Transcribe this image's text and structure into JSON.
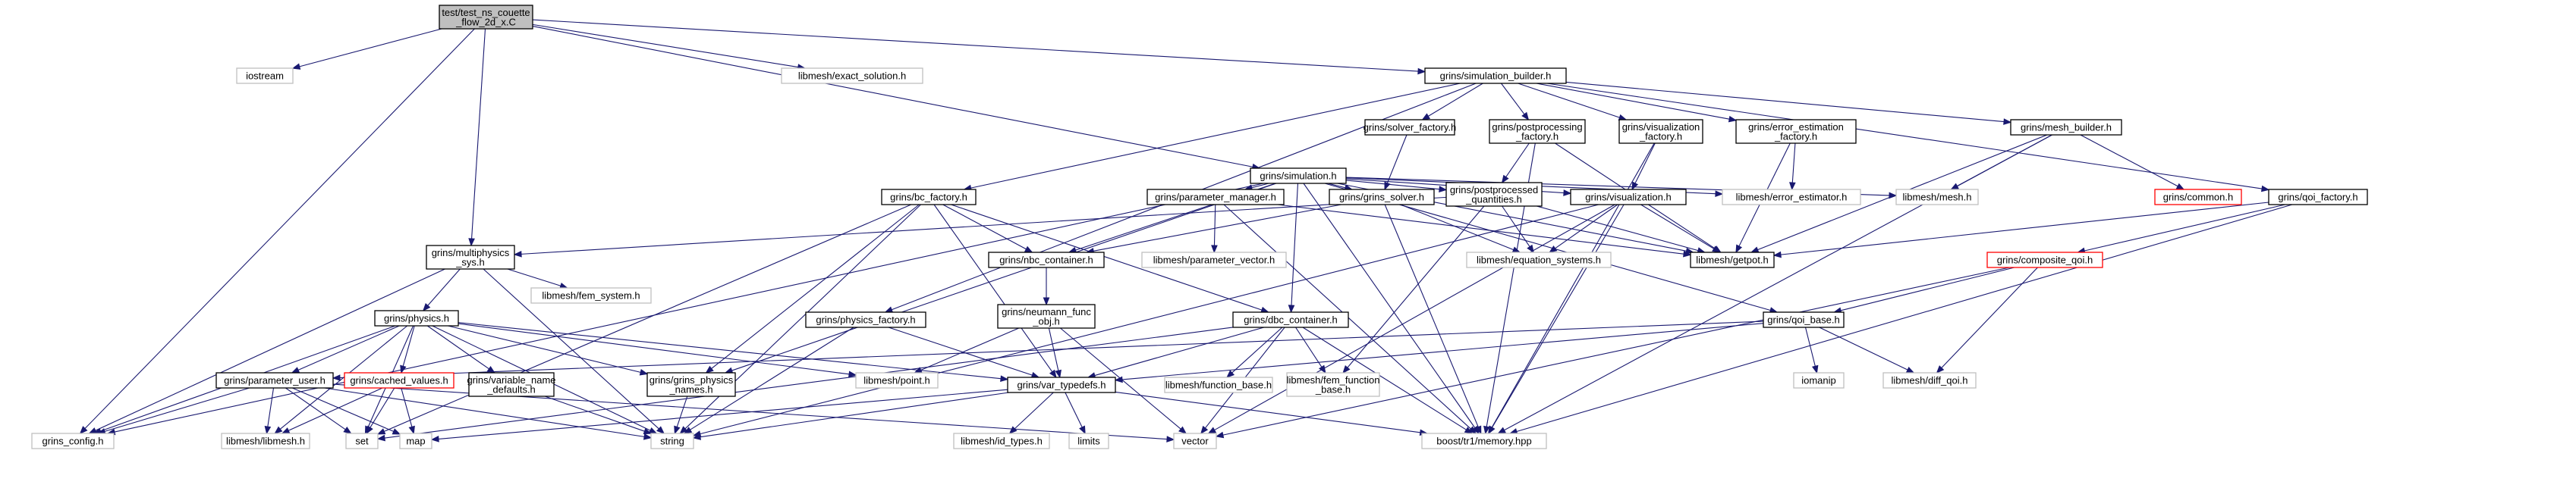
{
  "diagram": {
    "colors": {
      "edge": "#191970",
      "root_fill": "#bfbfbf",
      "documented_border": "#000000",
      "external_border": "#bfbfbf",
      "truncated_border": "#ff0000"
    },
    "nodes": [
      {
        "id": "root",
        "lines": [
          "test/test_ns_couette",
          "_flow_2d_x.C"
        ],
        "kind": "root"
      },
      {
        "id": "iostream",
        "lines": [
          "iostream"
        ],
        "kind": "plain"
      },
      {
        "id": "sim_builder",
        "lines": [
          "grins/simulation_builder.h"
        ],
        "kind": "doc"
      },
      {
        "id": "exact_sol",
        "lines": [
          "libmesh/exact_solution.h"
        ],
        "kind": "plain"
      },
      {
        "id": "solver_factory",
        "lines": [
          "grins/solver_factory.h"
        ],
        "kind": "doc"
      },
      {
        "id": "postproc_factory",
        "lines": [
          "grins/postprocessing",
          "_factory.h"
        ],
        "kind": "doc"
      },
      {
        "id": "vis_factory",
        "lines": [
          "grins/visualization",
          "_factory.h"
        ],
        "kind": "doc"
      },
      {
        "id": "err_est_factory",
        "lines": [
          "grins/error_estimation",
          "_factory.h"
        ],
        "kind": "doc"
      },
      {
        "id": "mesh_builder",
        "lines": [
          "grins/mesh_builder.h"
        ],
        "kind": "doc"
      },
      {
        "id": "simulation",
        "lines": [
          "grins/simulation.h"
        ],
        "kind": "doc"
      },
      {
        "id": "bc_factory",
        "lines": [
          "grins/bc_factory.h"
        ],
        "kind": "doc"
      },
      {
        "id": "param_manager",
        "lines": [
          "grins/parameter_manager.h"
        ],
        "kind": "doc"
      },
      {
        "id": "grins_solver",
        "lines": [
          "grins/grins_solver.h"
        ],
        "kind": "doc"
      },
      {
        "id": "postprocessed",
        "lines": [
          "grins/postprocessed",
          "_quantities.h"
        ],
        "kind": "doc"
      },
      {
        "id": "visualization",
        "lines": [
          "grins/visualization.h"
        ],
        "kind": "doc"
      },
      {
        "id": "error_estimator",
        "lines": [
          "libmesh/error_estimator.h"
        ],
        "kind": "plain"
      },
      {
        "id": "mesh_h",
        "lines": [
          "libmesh/mesh.h"
        ],
        "kind": "plain"
      },
      {
        "id": "common",
        "lines": [
          "grins/common.h"
        ],
        "kind": "trunc"
      },
      {
        "id": "qoi_factory",
        "lines": [
          "grins/qoi_factory.h"
        ],
        "kind": "doc"
      },
      {
        "id": "multiphysics",
        "lines": [
          "grins/multiphysics",
          "_sys.h"
        ],
        "kind": "doc"
      },
      {
        "id": "nbc_container",
        "lines": [
          "grins/nbc_container.h"
        ],
        "kind": "doc"
      },
      {
        "id": "param_vector",
        "lines": [
          "libmesh/parameter_vector.h"
        ],
        "kind": "plain"
      },
      {
        "id": "eq_systems",
        "lines": [
          "libmesh/equation_systems.h"
        ],
        "kind": "plain"
      },
      {
        "id": "getpot",
        "lines": [
          "libmesh/getpot.h"
        ],
        "kind": "doc"
      },
      {
        "id": "composite_qoi",
        "lines": [
          "grins/composite_qoi.h"
        ],
        "kind": "trunc"
      },
      {
        "id": "fem_system",
        "lines": [
          "libmesh/fem_system.h"
        ],
        "kind": "plain"
      },
      {
        "id": "physics",
        "lines": [
          "grins/physics.h"
        ],
        "kind": "doc"
      },
      {
        "id": "neumann",
        "lines": [
          "grins/neumann_func",
          "_obj.h"
        ],
        "kind": "doc"
      },
      {
        "id": "physics_factory",
        "lines": [
          "grins/physics_factory.h"
        ],
        "kind": "doc"
      },
      {
        "id": "dbc_container",
        "lines": [
          "grins/dbc_container.h"
        ],
        "kind": "doc"
      },
      {
        "id": "qoi_base",
        "lines": [
          "grins/qoi_base.h"
        ],
        "kind": "doc"
      },
      {
        "id": "parameter_user",
        "lines": [
          "grins/parameter_user.h"
        ],
        "kind": "doc"
      },
      {
        "id": "cached_values",
        "lines": [
          "grins/cached_values.h"
        ],
        "kind": "trunc"
      },
      {
        "id": "var_name_defaults",
        "lines": [
          "grins/variable_name",
          "_defaults.h"
        ],
        "kind": "doc"
      },
      {
        "id": "physics_names",
        "lines": [
          "grins/grins_physics",
          "_names.h"
        ],
        "kind": "doc"
      },
      {
        "id": "point_h",
        "lines": [
          "libmesh/point.h"
        ],
        "kind": "plain"
      },
      {
        "id": "var_typedefs",
        "lines": [
          "grins/var_typedefs.h"
        ],
        "kind": "doc"
      },
      {
        "id": "function_base",
        "lines": [
          "libmesh/function_base.h"
        ],
        "kind": "plain"
      },
      {
        "id": "fem_function_base",
        "lines": [
          "libmesh/fem_function",
          "_base.h"
        ],
        "kind": "plain"
      },
      {
        "id": "iomanip",
        "lines": [
          "iomanip"
        ],
        "kind": "plain"
      },
      {
        "id": "diff_qoi",
        "lines": [
          "libmesh/diff_qoi.h"
        ],
        "kind": "plain"
      },
      {
        "id": "grins_config",
        "lines": [
          "grins_config.h"
        ],
        "kind": "plain"
      },
      {
        "id": "libmesh_h",
        "lines": [
          "libmesh/libmesh.h"
        ],
        "kind": "plain"
      },
      {
        "id": "set_n",
        "lines": [
          "set"
        ],
        "kind": "plain"
      },
      {
        "id": "map_n",
        "lines": [
          "map"
        ],
        "kind": "plain"
      },
      {
        "id": "string_n",
        "lines": [
          "string"
        ],
        "kind": "plain"
      },
      {
        "id": "id_types",
        "lines": [
          "libmesh/id_types.h"
        ],
        "kind": "plain"
      },
      {
        "id": "limits_n",
        "lines": [
          "limits"
        ],
        "kind": "plain"
      },
      {
        "id": "vector_n",
        "lines": [
          "vector"
        ],
        "kind": "plain"
      },
      {
        "id": "memory_hpp",
        "lines": [
          "boost/tr1/memory.hpp"
        ],
        "kind": "plain"
      }
    ],
    "edges": [
      [
        "root",
        "iostream"
      ],
      [
        "root",
        "sim_builder"
      ],
      [
        "root",
        "exact_sol"
      ],
      [
        "root",
        "simulation"
      ],
      [
        "root",
        "multiphysics"
      ],
      [
        "root",
        "grins_config"
      ],
      [
        "sim_builder",
        "solver_factory"
      ],
      [
        "sim_builder",
        "postproc_factory"
      ],
      [
        "sim_builder",
        "vis_factory"
      ],
      [
        "sim_builder",
        "err_est_factory"
      ],
      [
        "sim_builder",
        "mesh_builder"
      ],
      [
        "sim_builder",
        "qoi_factory"
      ],
      [
        "sim_builder",
        "bc_factory"
      ],
      [
        "sim_builder",
        "physics_factory"
      ],
      [
        "solver_factory",
        "grins_solver"
      ],
      [
        "postproc_factory",
        "postprocessed"
      ],
      [
        "postproc_factory",
        "getpot"
      ],
      [
        "postproc_factory",
        "memory_hpp"
      ],
      [
        "vis_factory",
        "visualization"
      ],
      [
        "vis_factory",
        "memory_hpp"
      ],
      [
        "err_est_factory",
        "error_estimator"
      ],
      [
        "err_est_factory",
        "getpot"
      ],
      [
        "mesh_builder",
        "mesh_h"
      ],
      [
        "mesh_builder",
        "common"
      ],
      [
        "mesh_builder",
        "getpot"
      ],
      [
        "mesh_builder",
        "memory_hpp"
      ],
      [
        "simulation",
        "param_manager"
      ],
      [
        "simulation",
        "grins_solver"
      ],
      [
        "simulation",
        "postprocessed"
      ],
      [
        "simulation",
        "visualization"
      ],
      [
        "simulation",
        "error_estimator"
      ],
      [
        "simulation",
        "mesh_h"
      ],
      [
        "simulation",
        "nbc_container"
      ],
      [
        "simulation",
        "dbc_container"
      ],
      [
        "simulation",
        "qoi_base"
      ],
      [
        "simulation",
        "physics_names"
      ],
      [
        "simulation",
        "grins_config"
      ],
      [
        "simulation",
        "memory_hpp"
      ],
      [
        "simulation",
        "getpot"
      ],
      [
        "bc_factory",
        "nbc_container"
      ],
      [
        "bc_factory",
        "dbc_container"
      ],
      [
        "bc_factory",
        "var_typedefs"
      ],
      [
        "bc_factory",
        "physics_names"
      ],
      [
        "bc_factory",
        "string_n"
      ],
      [
        "bc_factory",
        "set_n"
      ],
      [
        "param_manager",
        "param_vector"
      ],
      [
        "param_manager",
        "getpot"
      ],
      [
        "param_manager",
        "memory_hpp"
      ],
      [
        "grins_solver",
        "nbc_container"
      ],
      [
        "grins_solver",
        "eq_systems"
      ],
      [
        "grins_solver",
        "memory_hpp"
      ],
      [
        "postprocessed",
        "multiphysics"
      ],
      [
        "postprocessed",
        "eq_systems"
      ],
      [
        "postprocessed",
        "fem_function_base"
      ],
      [
        "postprocessed",
        "getpot"
      ],
      [
        "visualization",
        "eq_systems"
      ],
      [
        "visualization",
        "getpot"
      ],
      [
        "visualization",
        "memory_hpp"
      ],
      [
        "visualization",
        "vector_n"
      ],
      [
        "visualization",
        "string_n"
      ],
      [
        "qoi_factory",
        "composite_qoi"
      ],
      [
        "qoi_factory",
        "getpot"
      ],
      [
        "qoi_factory",
        "memory_hpp"
      ],
      [
        "multiphysics",
        "physics"
      ],
      [
        "multiphysics",
        "fem_system"
      ],
      [
        "multiphysics",
        "grins_config"
      ],
      [
        "multiphysics",
        "string_n"
      ],
      [
        "nbc_container",
        "neumann"
      ],
      [
        "composite_qoi",
        "qoi_base"
      ],
      [
        "composite_qoi",
        "diff_qoi"
      ],
      [
        "composite_qoi",
        "vector_n"
      ],
      [
        "physics",
        "parameter_user"
      ],
      [
        "physics",
        "cached_values"
      ],
      [
        "physics",
        "var_name_defaults"
      ],
      [
        "physics",
        "physics_names"
      ],
      [
        "physics",
        "point_h"
      ],
      [
        "physics",
        "var_typedefs"
      ],
      [
        "physics",
        "grins_config"
      ],
      [
        "physics",
        "libmesh_h"
      ],
      [
        "physics",
        "set_n"
      ],
      [
        "physics",
        "string_n"
      ],
      [
        "neumann",
        "var_typedefs"
      ],
      [
        "neumann",
        "point_h"
      ],
      [
        "neumann",
        "vector_n"
      ],
      [
        "physics_factory",
        "var_typedefs"
      ],
      [
        "physics_factory",
        "string_n"
      ],
      [
        "dbc_container",
        "var_typedefs"
      ],
      [
        "dbc_container",
        "function_base"
      ],
      [
        "dbc_container",
        "fem_function_base"
      ],
      [
        "dbc_container",
        "vector_n"
      ],
      [
        "dbc_container",
        "set_n"
      ],
      [
        "dbc_container",
        "memory_hpp"
      ],
      [
        "qoi_base",
        "var_typedefs"
      ],
      [
        "qoi_base",
        "parameter_user"
      ],
      [
        "qoi_base",
        "iomanip"
      ],
      [
        "qoi_base",
        "diff_qoi"
      ],
      [
        "parameter_user",
        "grins_config"
      ],
      [
        "parameter_user",
        "libmesh_h"
      ],
      [
        "parameter_user",
        "map_n"
      ],
      [
        "parameter_user",
        "set_n"
      ],
      [
        "parameter_user",
        "string_n"
      ],
      [
        "parameter_user",
        "vector_n"
      ],
      [
        "cached_values",
        "libmesh_h"
      ],
      [
        "cached_values",
        "set_n"
      ],
      [
        "cached_values",
        "map_n"
      ],
      [
        "var_name_defaults",
        "string_n"
      ],
      [
        "physics_names",
        "string_n"
      ],
      [
        "var_typedefs",
        "id_types"
      ],
      [
        "var_typedefs",
        "limits_n"
      ],
      [
        "var_typedefs",
        "string_n"
      ],
      [
        "var_typedefs",
        "memory_hpp"
      ],
      [
        "var_typedefs",
        "map_n"
      ]
    ]
  }
}
